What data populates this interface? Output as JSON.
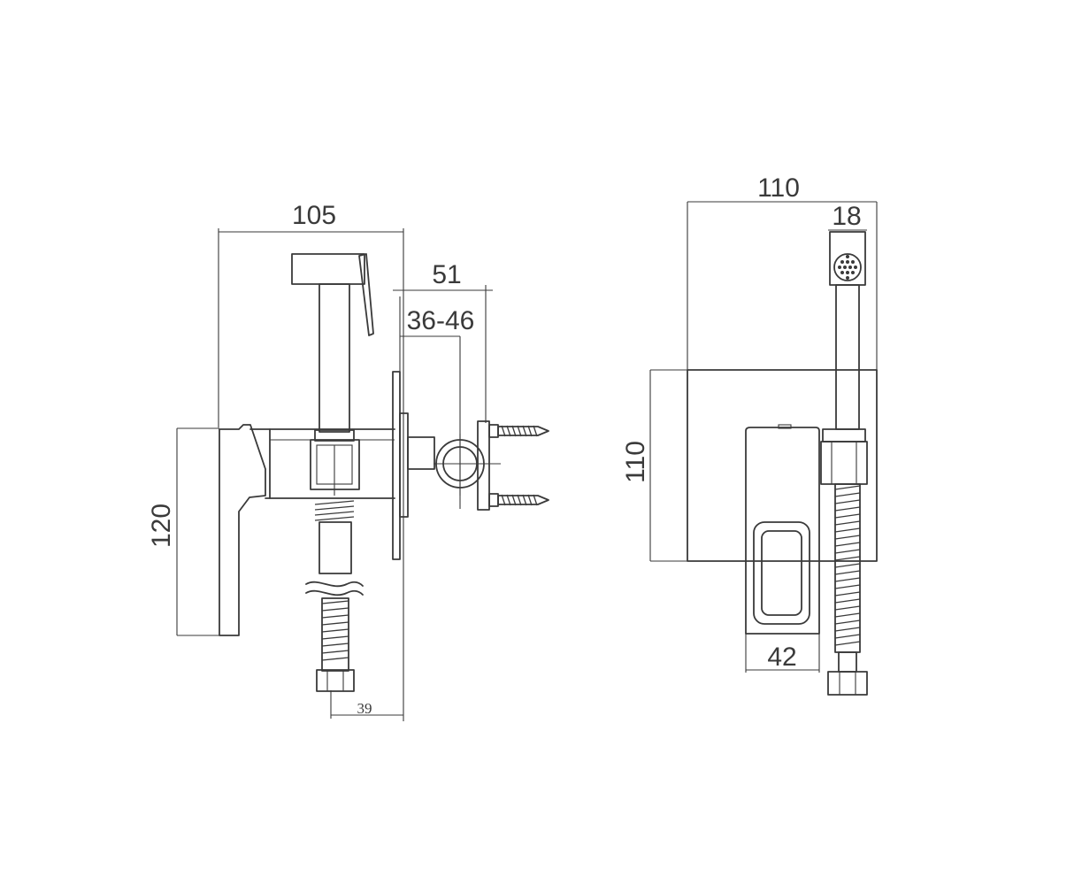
{
  "dimensions": {
    "side_width": "105",
    "side_depth": "51",
    "side_adjust": "36-46",
    "side_height": "120",
    "side_pipe": "39",
    "front_width": "110",
    "front_head": "18",
    "front_height": "110",
    "front_body": "42"
  },
  "colors": {
    "line": "#3a3a3a",
    "background": "#ffffff"
  }
}
